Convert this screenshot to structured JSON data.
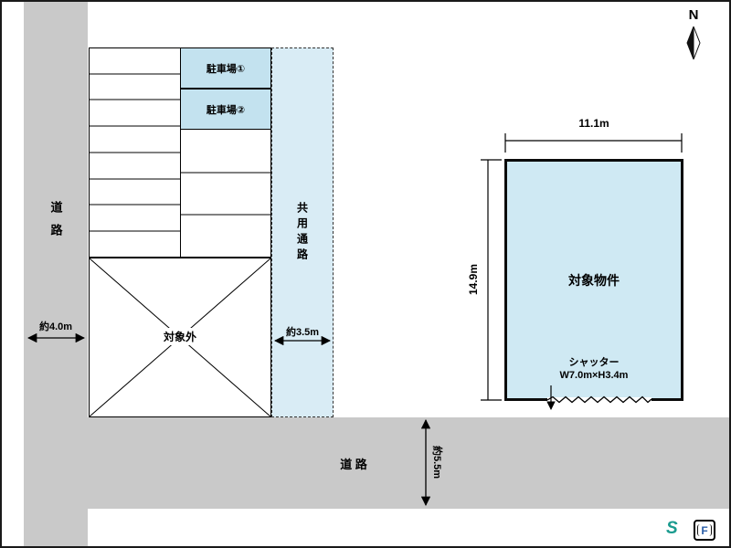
{
  "colors": {
    "road": "#c9c9c9",
    "strip": "#d9ecf5",
    "cell": "#c3e2ef",
    "property": "#cfe9f3",
    "f_blue": "#2b5fa8",
    "s_teal": "#1b9b8f"
  },
  "roads": {
    "left_label": "道路",
    "bottom_label": "道 路",
    "left_width": "約4.0m",
    "bottom_width": "約5.5m"
  },
  "parking": {
    "stall1": "駐車場①",
    "stall2": "駐車場②"
  },
  "passage": {
    "label": "共用通路",
    "width": "約3.5m"
  },
  "excluded": {
    "label": "対象外"
  },
  "property": {
    "label": "対象物件",
    "width": "11.1m",
    "height": "14.9m",
    "shutter_line1": "シャッター",
    "shutter_line2": "W7.0m×H3.4m"
  },
  "compass": {
    "label": "N"
  },
  "logos": {
    "s": "S",
    "f": "F"
  }
}
